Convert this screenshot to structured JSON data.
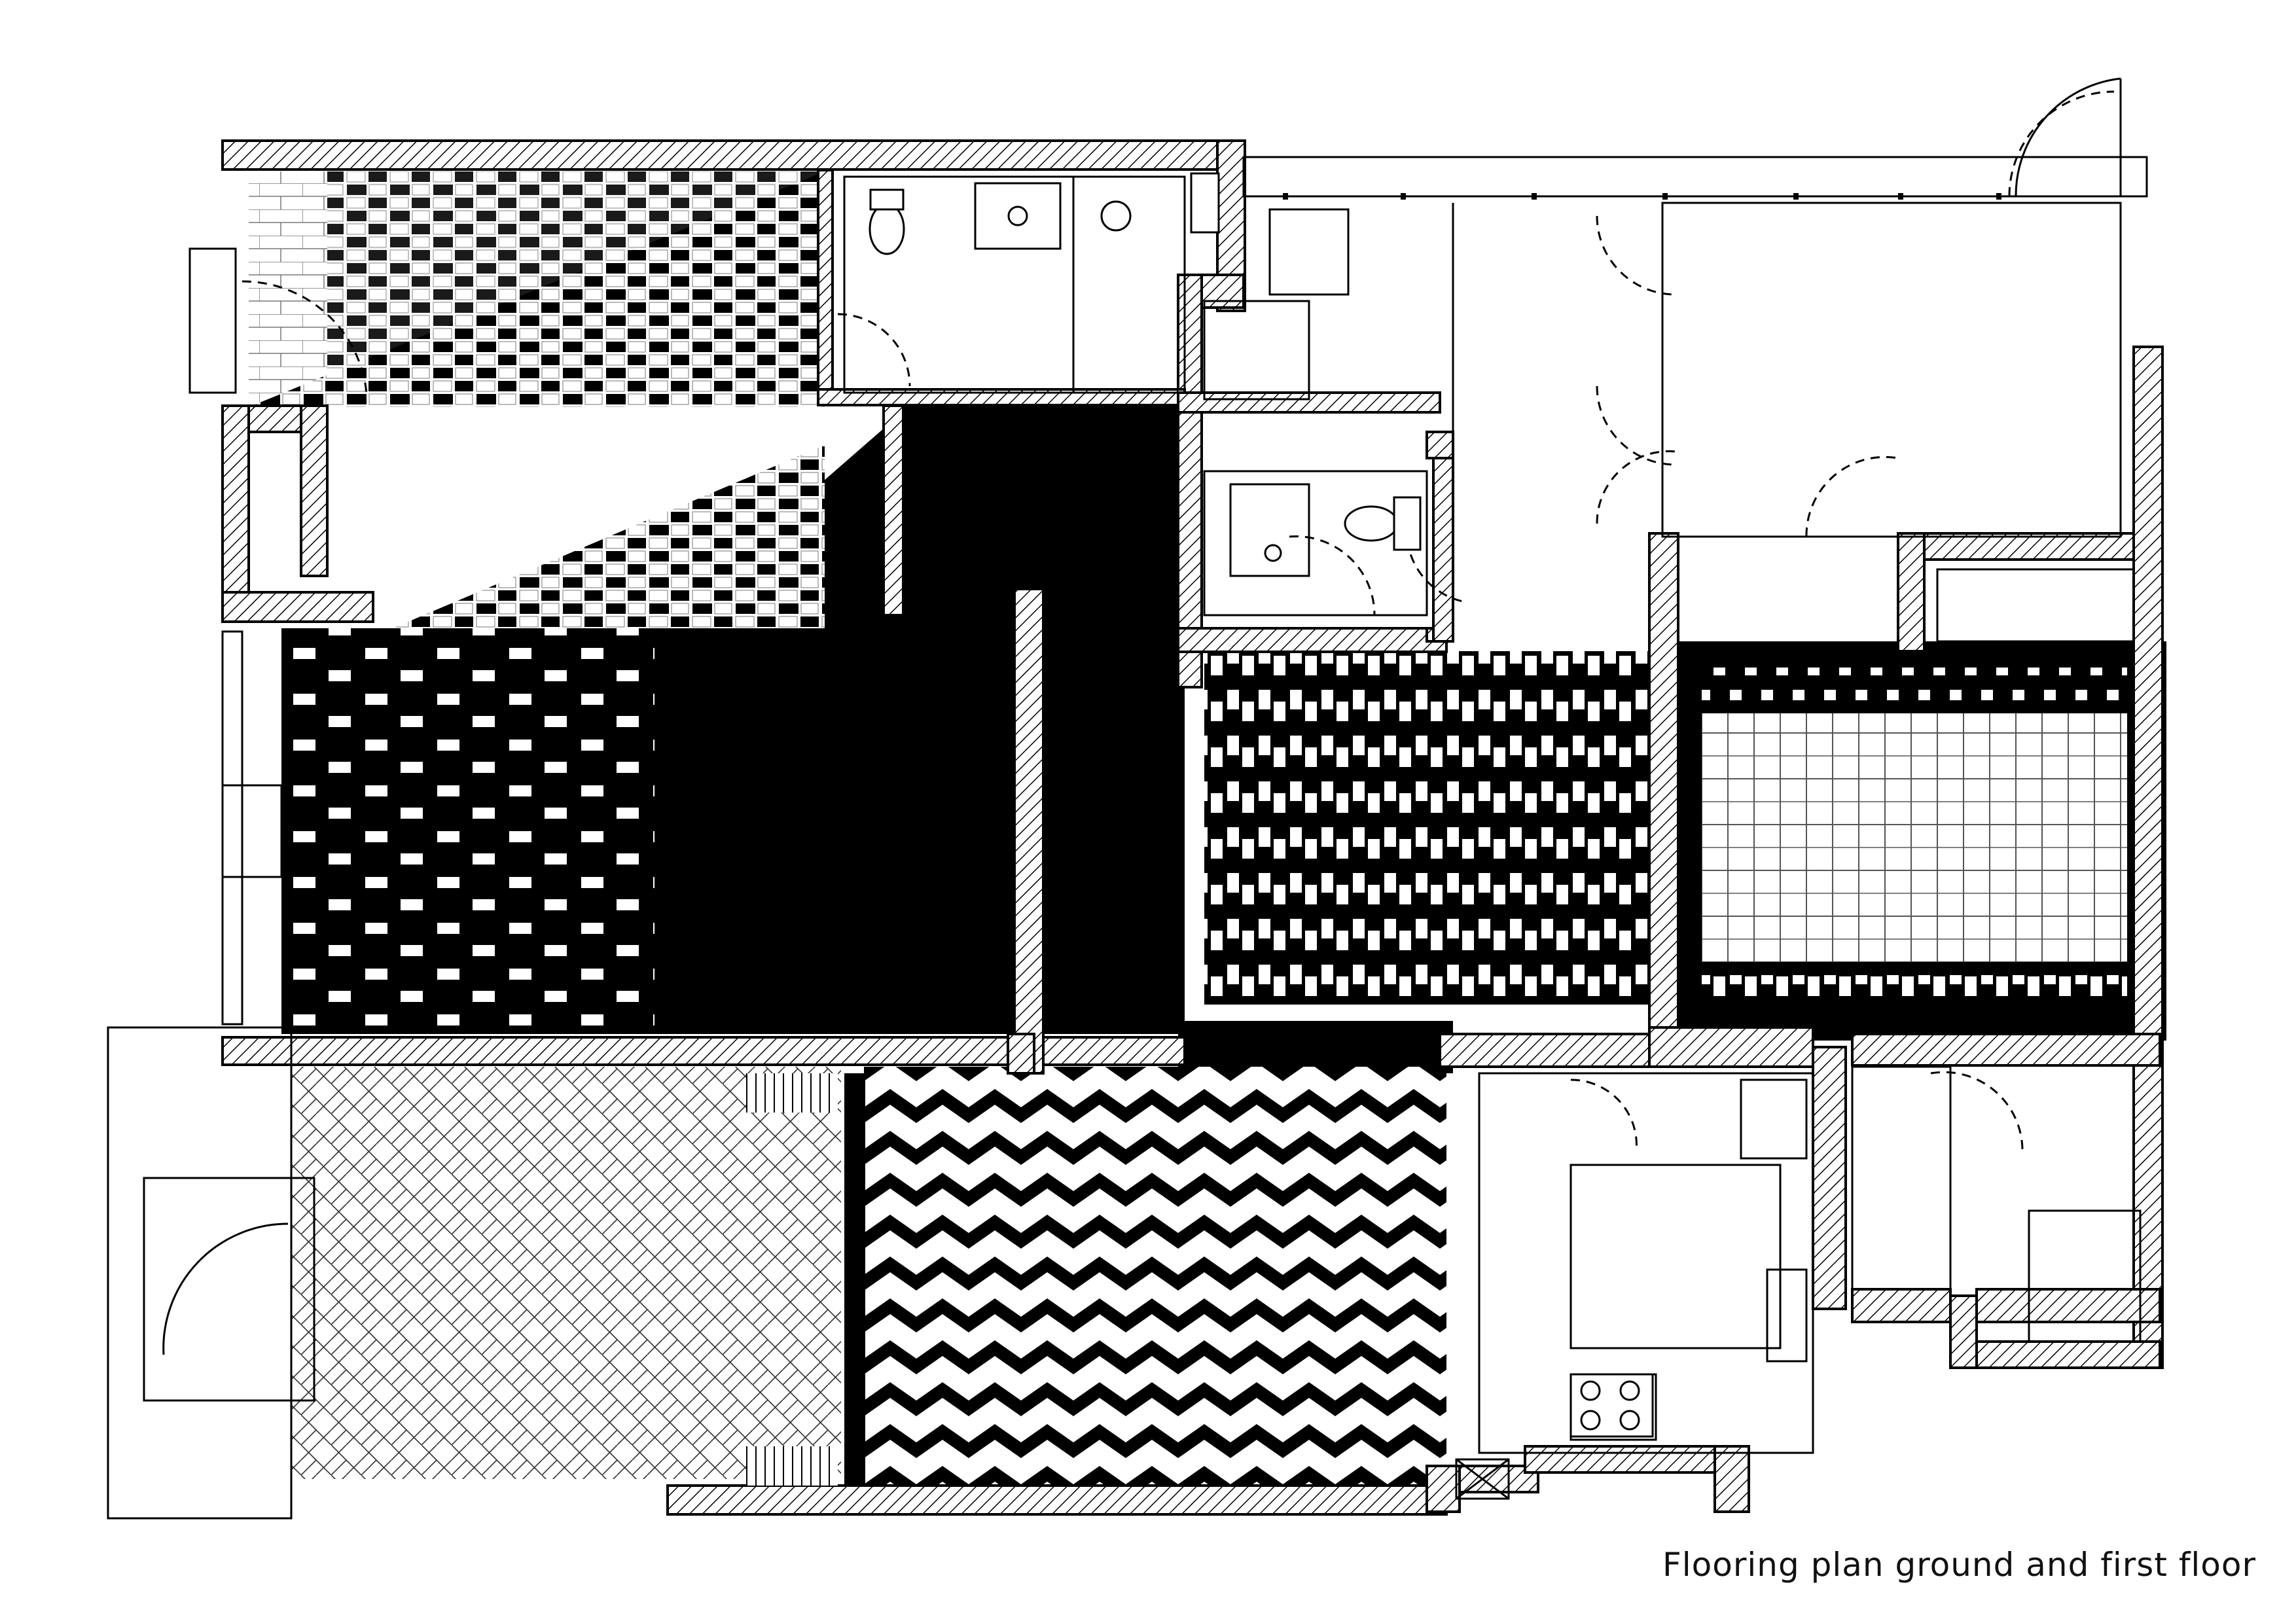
{
  "caption": "Flooring plan ground and first floor",
  "colors": {
    "wall_outline": "#000000",
    "floor_dark": "#000000",
    "background": "#ffffff"
  },
  "floor_patterns": [
    "gradient-brick-tile",
    "solid-black",
    "basketweave-tile",
    "stack-tile-with-border",
    "herringbone-parquet",
    "chevron-tile"
  ]
}
